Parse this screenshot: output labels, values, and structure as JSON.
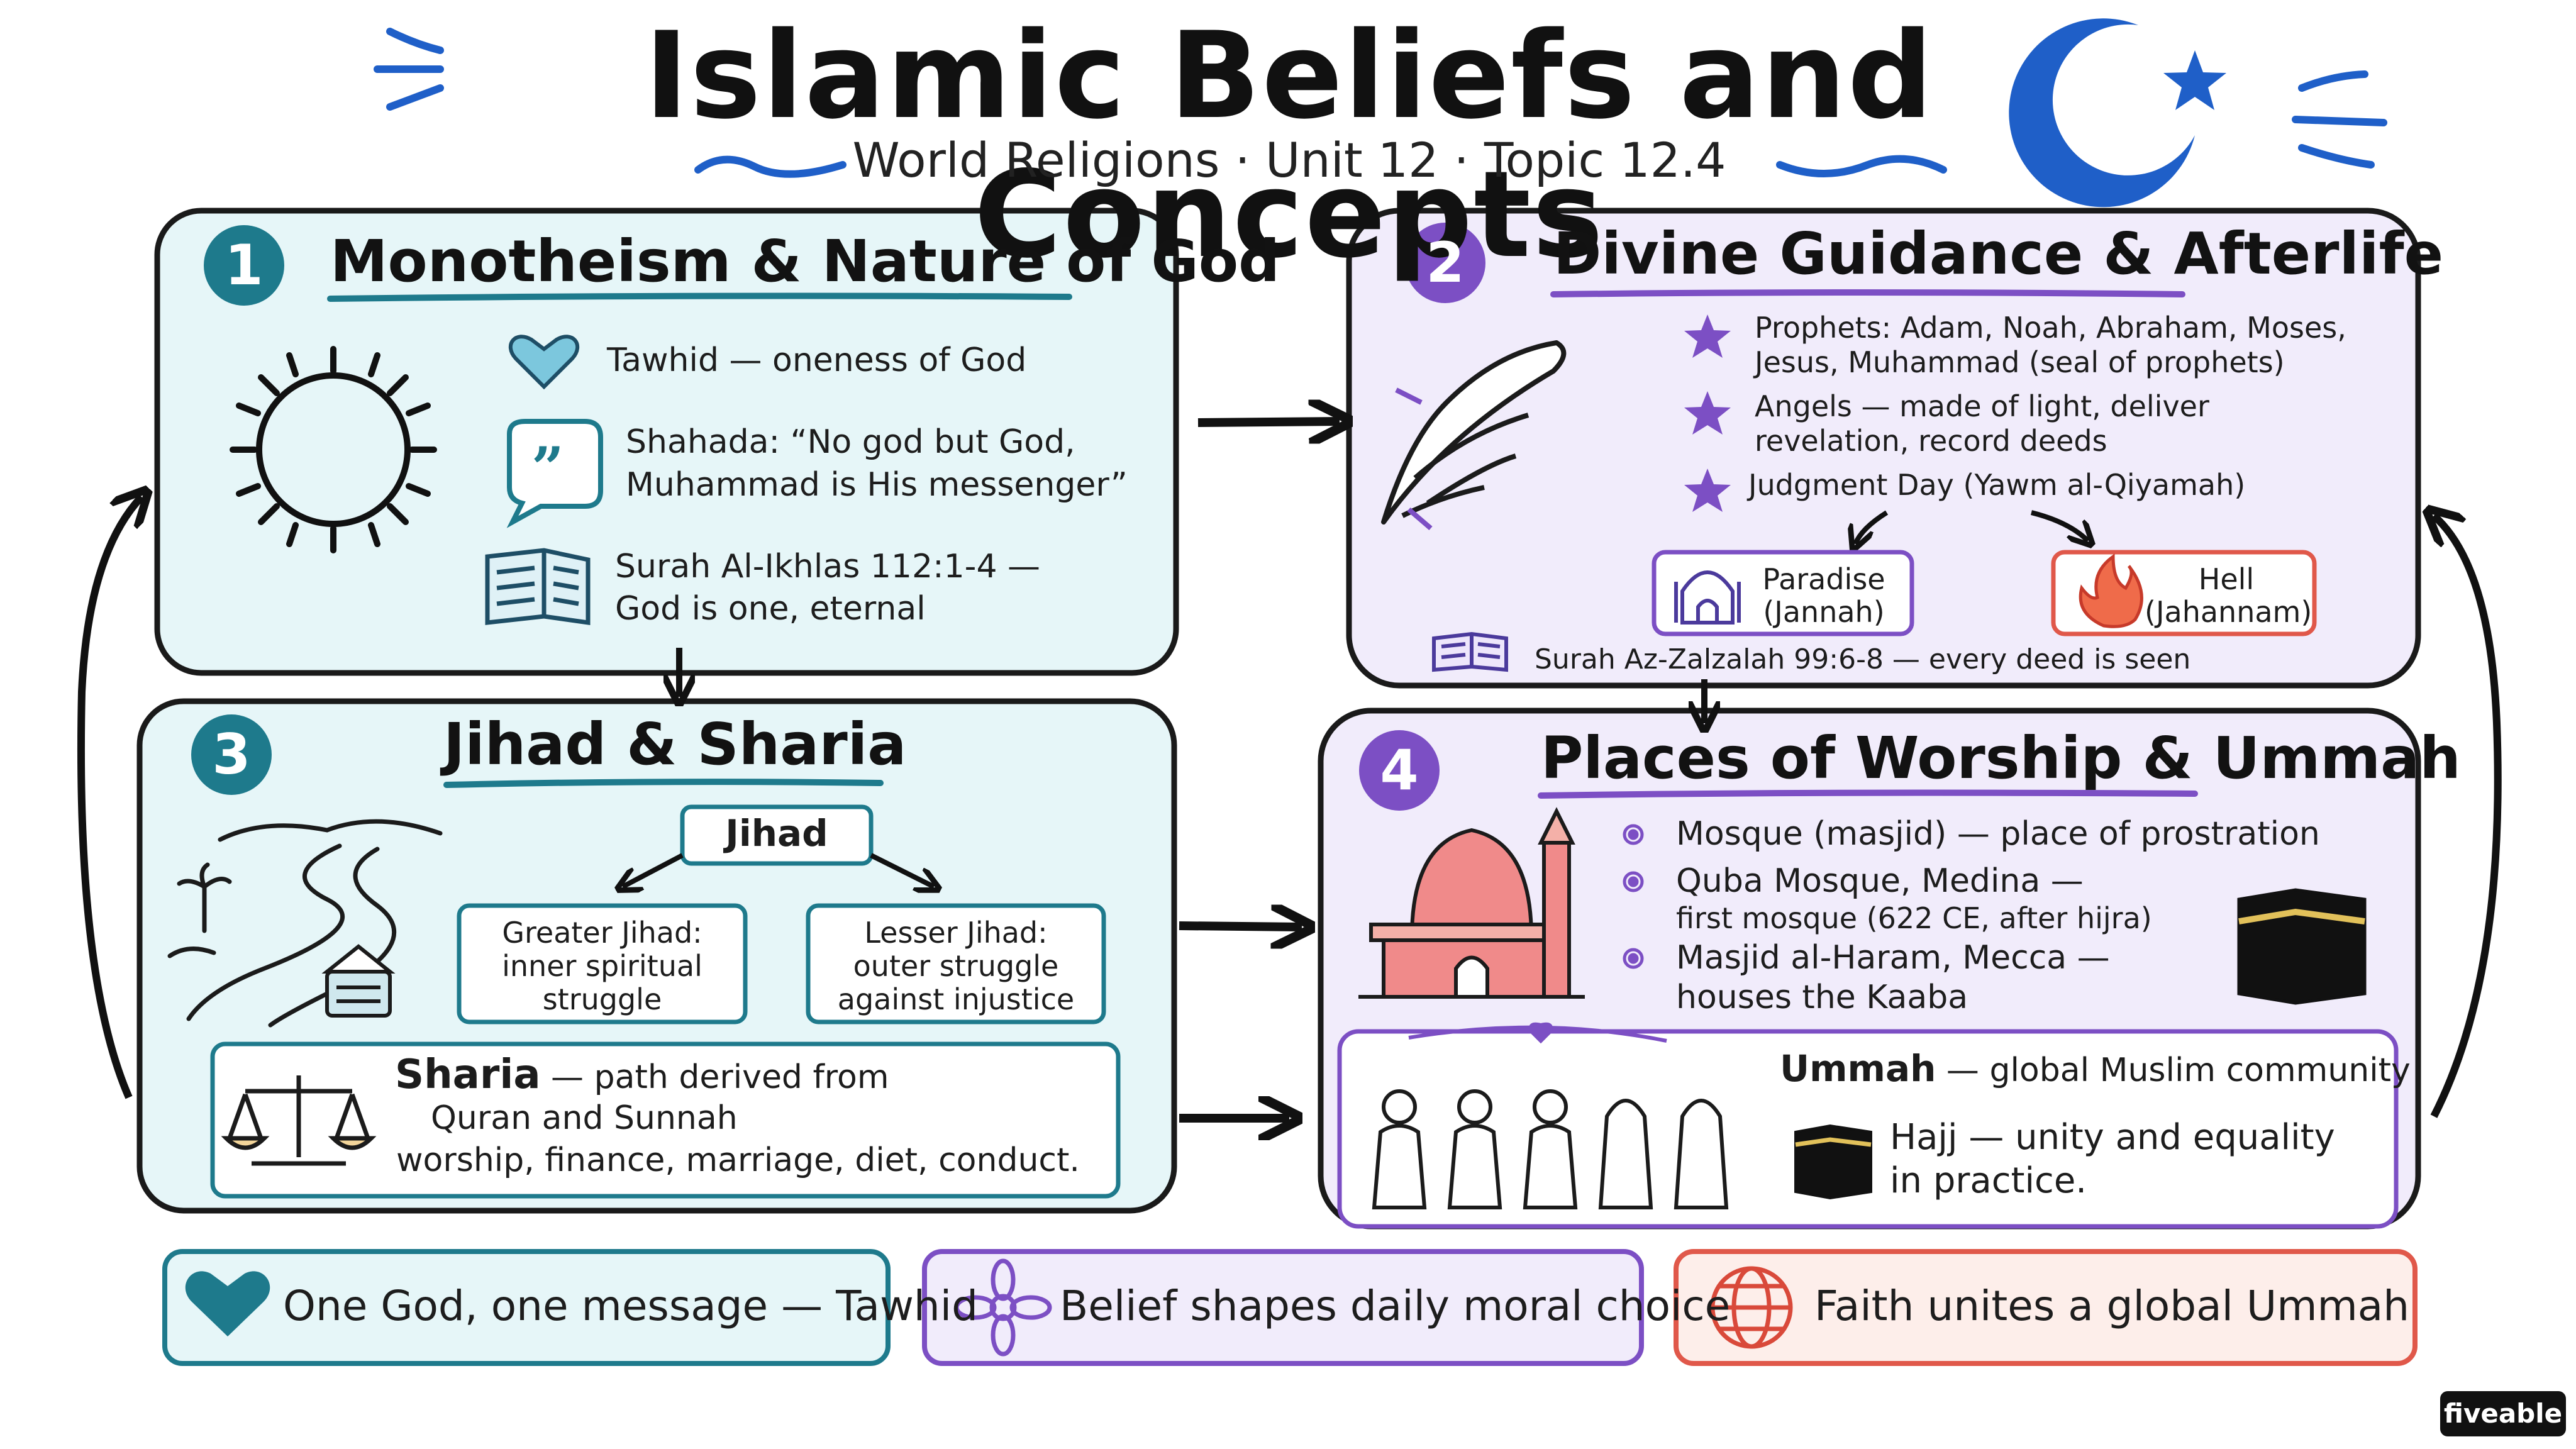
{
  "header": {
    "title": "Islamic Beliefs and Concepts",
    "subtitle": "World Religions · Unit 12 · Topic 12.4"
  },
  "colors": {
    "teal": "#1e7a8c",
    "teal_fill": "#e6f6f8",
    "purple": "#7c4fc4",
    "purple_fill": "#f1ecfb",
    "red": "#e0584a",
    "red_fill": "#fdeeea",
    "blue_moon": "#1f5fc8",
    "ink": "#1c1c1c"
  },
  "panel1": {
    "number": "1",
    "title": "Monotheism & Nature of God",
    "items": [
      {
        "icon": "heart-icon",
        "lines": [
          "Tawhid — oneness of God"
        ]
      },
      {
        "icon": "quote-bubble-icon",
        "lines": [
          "Shahada: “No god but God,",
          "Muhammad is His messenger”"
        ]
      },
      {
        "icon": "open-book-icon",
        "lines": [
          "Surah Al-Ikhlas 112:1-4 —",
          "God is one, eternal"
        ]
      }
    ]
  },
  "panel2": {
    "number": "2",
    "title": "Divine Guidance & Afterlife",
    "items": [
      {
        "icon": "star-icon",
        "lines": [
          "Prophets: Adam, Noah, Abraham, Moses,",
          "Jesus, Muhammad (seal of prophets)"
        ]
      },
      {
        "icon": "star-icon",
        "lines": [
          "Angels — made of light, deliver",
          "revelation, record deeds"
        ]
      },
      {
        "icon": "star-icon",
        "lines": [
          "Judgment Day (Yawm al-Qiyamah)"
        ]
      }
    ],
    "paradise": [
      "Paradise",
      "(Jannah)"
    ],
    "hell": [
      "Hell",
      "(Jahannam)"
    ],
    "citation": "Surah Az-Zalzalah 99:6-8 — every deed is seen"
  },
  "panel3": {
    "number": "3",
    "title": "Jihad & Sharia",
    "jihad_label": "Jihad",
    "greater": [
      "Greater Jihad:",
      "inner spiritual",
      "struggle"
    ],
    "lesser": [
      "Lesser Jihad:",
      "outer struggle",
      "against injustice"
    ],
    "sharia_term": "Sharia",
    "sharia_lines": [
      " — path derived from",
      "Quran and Sunnah",
      "worship, finance, marriage, diet, conduct."
    ]
  },
  "panel4": {
    "number": "4",
    "title": "Places of Worship & Ummah",
    "items": [
      {
        "icon": "flower-icon",
        "lines": [
          "Mosque (masjid) — place of prostration"
        ]
      },
      {
        "icon": "flower-icon",
        "lines": [
          "Quba Mosque, Medina —",
          "first mosque (622 CE, after hijra)"
        ]
      },
      {
        "icon": "flower-icon",
        "lines": [
          "Masjid al-Haram, Mecca —",
          "houses the Kaaba"
        ]
      }
    ],
    "ummah_term": "Ummah",
    "ummah_rest": " — global Muslim community",
    "hajj_lines": [
      "Hajj — unity and equality",
      "in practice."
    ]
  },
  "footer": [
    {
      "icon": "heart-icon",
      "text": "One God, one message — Tawhid"
    },
    {
      "icon": "flower-icon",
      "text": "Belief shapes daily moral choice"
    },
    {
      "icon": "globe-icon",
      "text": "Faith unites a global Ummah"
    }
  ],
  "brand": "fiveable"
}
